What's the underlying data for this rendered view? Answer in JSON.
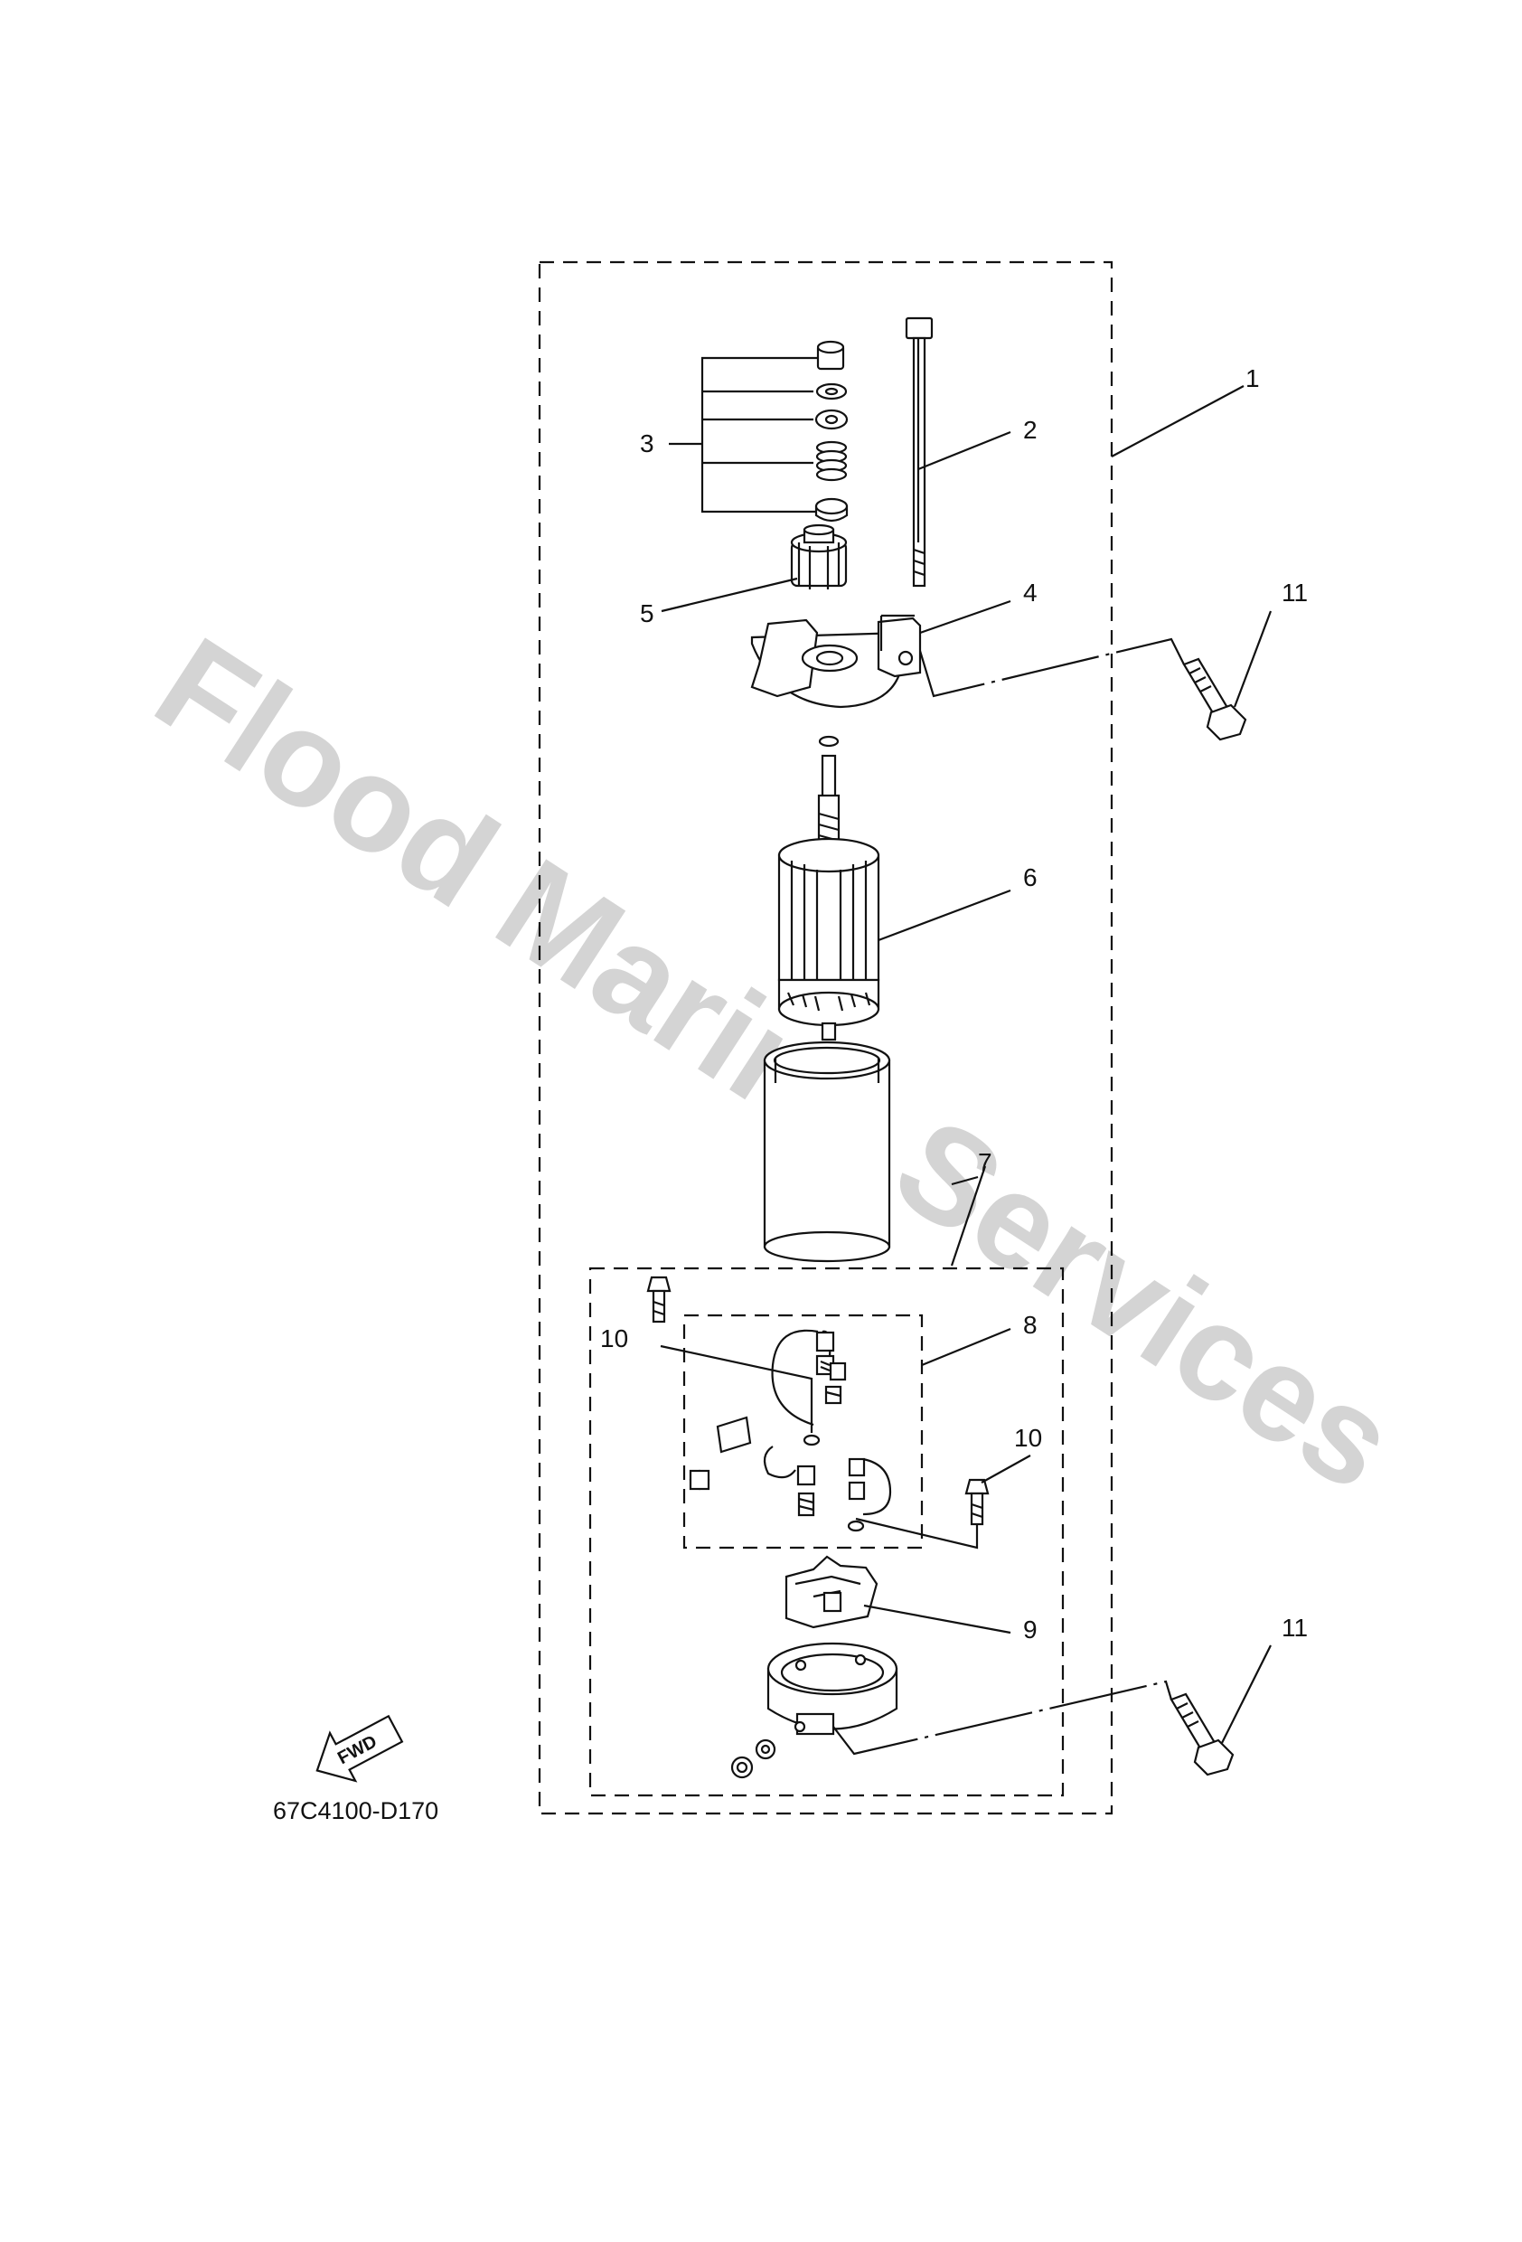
{
  "watermark": "Flood Marine Services",
  "diagram_code": "67C4100-D170",
  "fwd_label": "FWD",
  "callouts": {
    "c1": "1",
    "c2": "2",
    "c3": "3",
    "c4": "4",
    "c5": "5",
    "c6": "6",
    "c7": "7",
    "c8": "8",
    "c9": "9",
    "c10a": "10",
    "c10b": "10",
    "c11a": "11",
    "c11b": "11"
  },
  "icons": {
    "direction": "fwd-arrow-icon"
  }
}
